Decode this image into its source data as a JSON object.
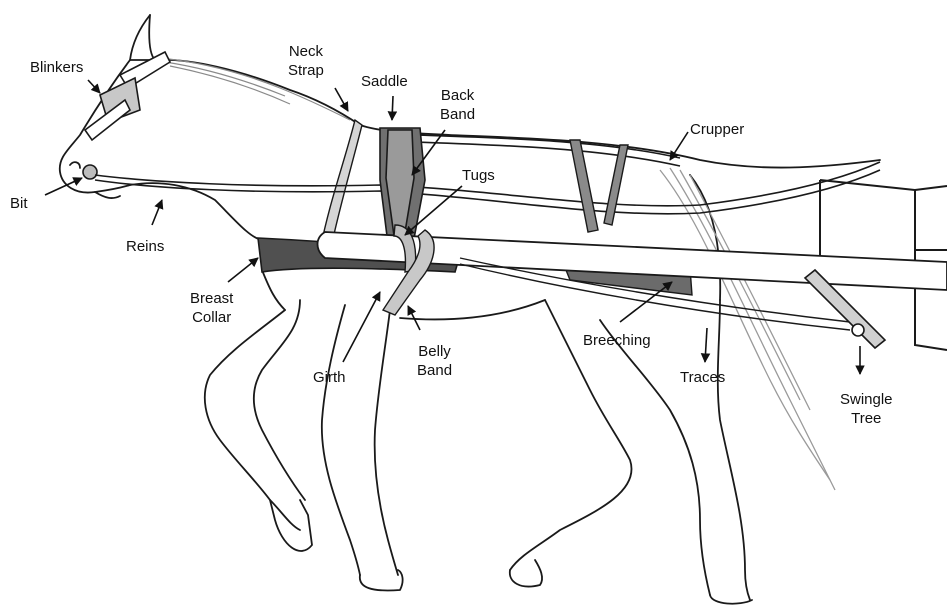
{
  "labels": {
    "blinkers": "Blinkers",
    "neck_strap": [
      "Neck",
      "Strap"
    ],
    "saddle": "Saddle",
    "back_band": [
      "Back",
      "Band"
    ],
    "crupper": "Crupper",
    "bit": "Bit",
    "tugs": "Tugs",
    "reins": "Reins",
    "breast_collar": [
      "Breast",
      "Collar"
    ],
    "breeching": "Breeching",
    "girth": "Girth",
    "belly_band": [
      "Belly",
      "Band"
    ],
    "traces": "Traces",
    "swingle_tree": [
      "Swingle",
      "Tree"
    ]
  },
  "colors": {
    "outline": "#1a1a1a",
    "breast_collar": "#505050",
    "saddle": "#6b6b6b",
    "harness_light": "#bdbdbd",
    "mane": "#8a8a8a"
  }
}
